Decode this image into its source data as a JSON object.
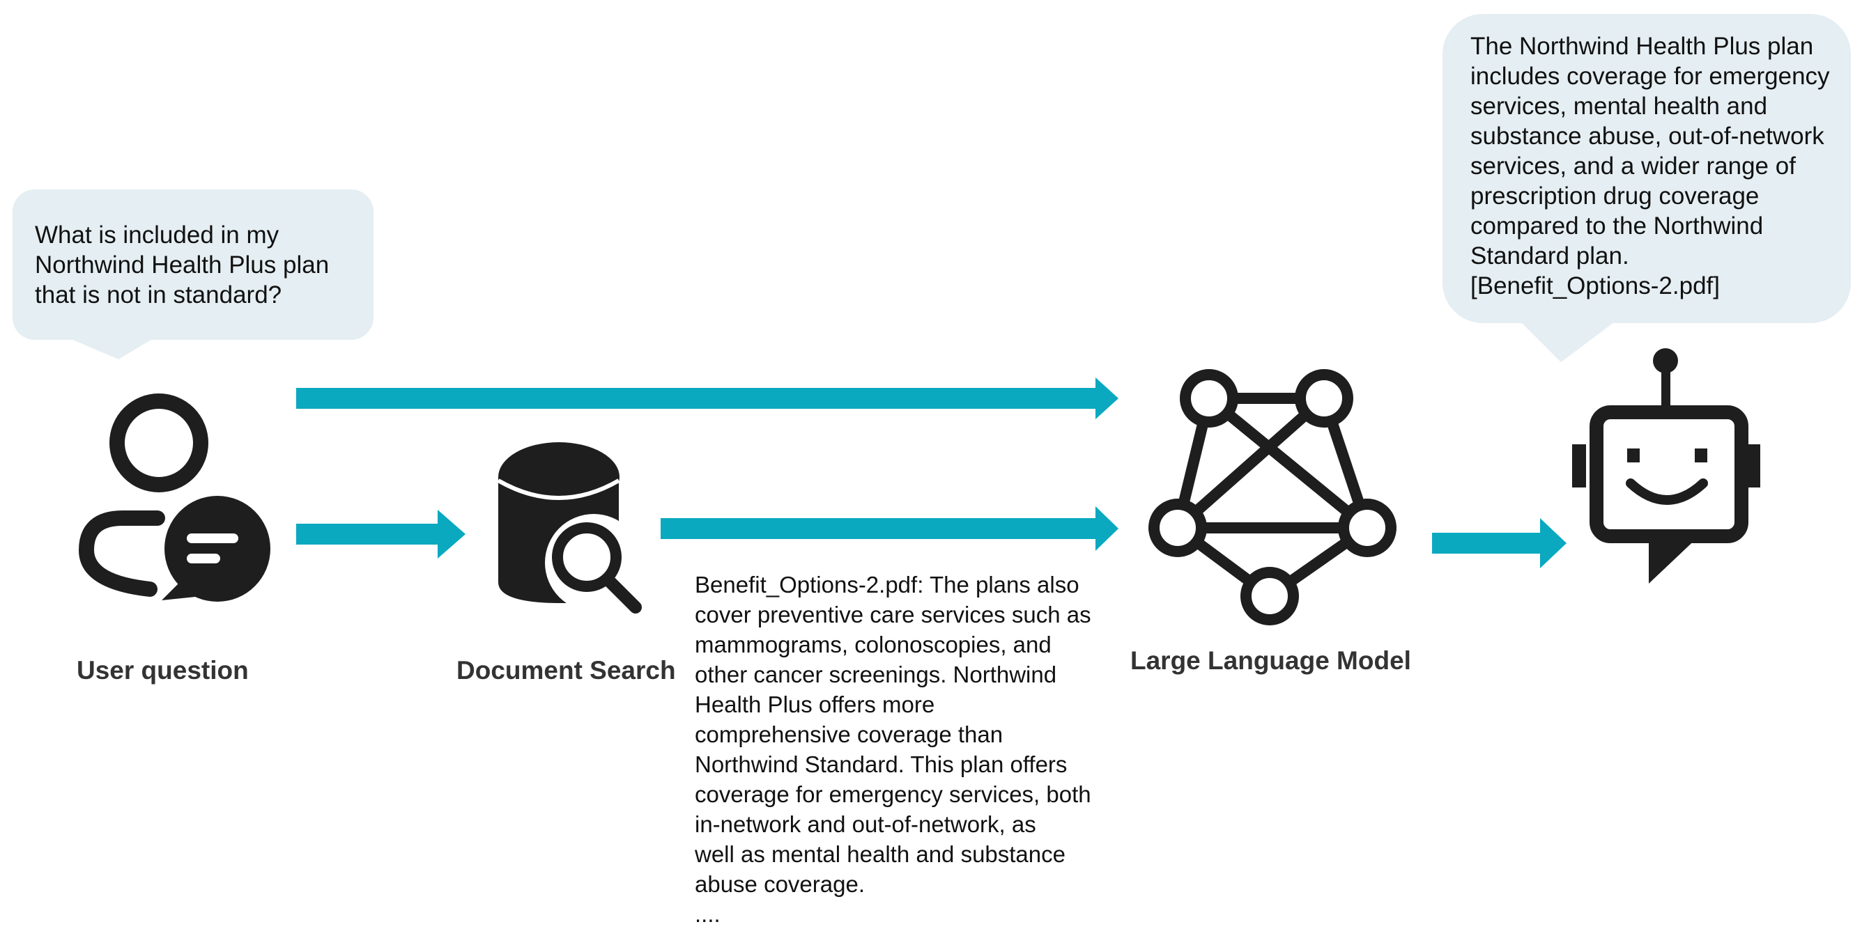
{
  "colors": {
    "arrow": "#0AA9C0",
    "bubble": "#E5EEF2",
    "icon": "#1E1E1E"
  },
  "user_bubble": {
    "text": "What is included in my\nNorthwind Health Plus plan\nthat is not in standard?"
  },
  "answer_bubble": {
    "text": "The Northwind Health Plus plan\nincludes coverage for emergency\nservices, mental health and\nsubstance abuse, out-of-network\nservices, and a wider range of\nprescription drug coverage\ncompared to the Northwind\nStandard plan.\n[Benefit_Options-2.pdf]"
  },
  "labels": {
    "user_question": "User question",
    "document_search": "Document Search",
    "llm": "Large Language Model"
  },
  "retrieved_document": {
    "text": "Benefit_Options-2.pdf:  The plans also\ncover preventive care services such as\nmammograms, colonoscopies, and\nother cancer screenings. Northwind\nHealth Plus offers more\ncomprehensive coverage than\nNorthwind Standard. This plan offers\ncoverage for emergency services, both\nin-network and out-of-network, as\nwell as mental health and substance\nabuse coverage.\n...."
  },
  "icons": [
    "user-chat-icon",
    "database-search-icon",
    "neural-network-icon",
    "chatbot-icon"
  ]
}
